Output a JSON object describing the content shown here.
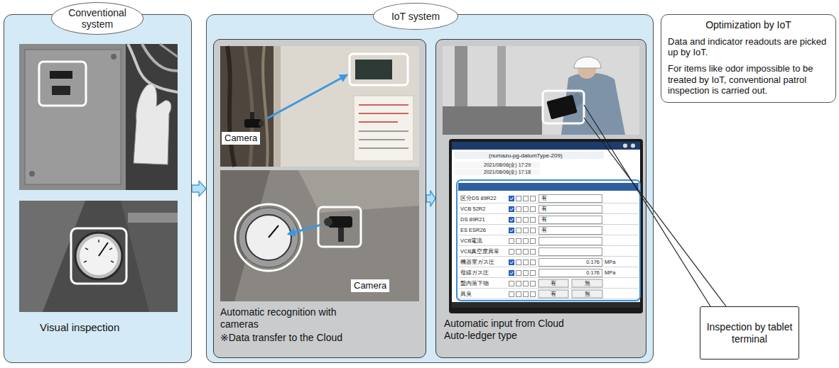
{
  "diagram": {
    "nodes": [
      {
        "text": [
          "Conventional system",
          "Visual inspection"
        ]
      },
      {
        "text": [
          "IoT system"
        ]
      },
      {
        "text": [
          "Automatic recognition with cameras",
          "※Data transfer to the Cloud"
        ],
        "in": 1
      },
      {
        "text": [
          "Automatic input from Cloud Auto-ledger type"
        ],
        "in": 1
      },
      {
        "text": [
          "Optimization by IoT",
          "Data and indicator readouts are picked up by IoT.",
          "For items like odor impossible to be treated by IoT, conventional patrol inspection is carried out."
        ]
      },
      {
        "text": [
          "Inspection by tablet terminal"
        ]
      }
    ],
    "edges": [
      {
        "from": 0,
        "to": 1,
        "arrow": "to"
      },
      {
        "from": 2,
        "to": 3,
        "arrow": "to"
      }
    ],
    "labels": [
      "Camera",
      "Camera",
      "(numazu-pg-datumType-209)",
      "2021/08/06(金) 17:29",
      "2021/08/06(金) 17:18",
      "区分DS 89R22",
      "有",
      "VCB 52R2",
      "有",
      "DS 89R21",
      "有",
      "ES ESR26",
      "有",
      "VCB電流",
      "VCB真空度異常",
      "機器室ガス圧",
      "0.176",
      "MPa",
      "母線ガス圧",
      "0.176",
      "MPa",
      "盤内落下物",
      "有",
      "無",
      "異臭",
      "有",
      "無"
    ]
  }
}
